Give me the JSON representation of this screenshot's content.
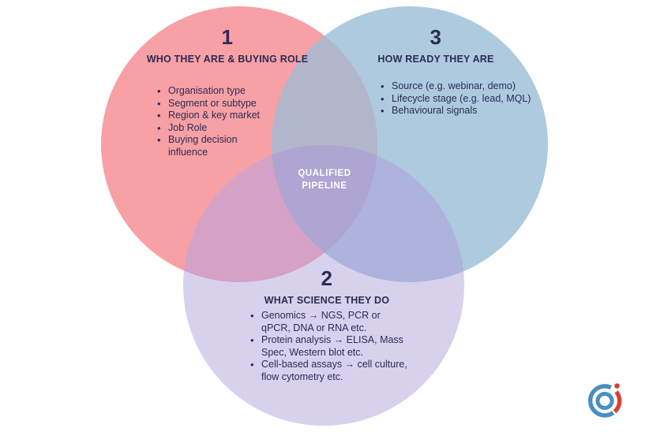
{
  "venn": {
    "text_color": "#2b2c52",
    "center_label": {
      "line1": "QUALIFIED",
      "line2": "PIPELINE"
    },
    "sections": [
      {
        "number": "1",
        "heading": "WHO THEY ARE & BUYING ROLE",
        "color": "#F7A0A5",
        "items": [
          "Organisation type",
          "Segment or subtype",
          "Region & key market",
          "Job Role",
          "Buying decision influence"
        ]
      },
      {
        "number": "3",
        "heading": "HOW READY THEY ARE",
        "color": "#AECADF",
        "items": [
          "Source (e.g. webinar, demo)",
          "Lifecycle stage (e.g. lead, MQL)",
          "Behavioural signals"
        ]
      },
      {
        "number": "2",
        "heading": "WHAT SCIENCE THEY DO",
        "color": "#D8D1ED",
        "items": [
          "Genomics → NGS, PCR or qPCR, DNA or RNA etc.",
          "Protein analysis → ELISA, Mass Spec, Western blot etc.",
          "Cell-based assays → cell culture, flow cytometry etc."
        ]
      }
    ],
    "overlaps": {
      "who_ready": "#B1B6CB",
      "who_science": "#D5A1C4",
      "ready_science": "#AEB3DD",
      "center": "#AEA5D2"
    },
    "logo": {
      "blue": "#4a8ec2",
      "red": "#d8403a"
    }
  }
}
